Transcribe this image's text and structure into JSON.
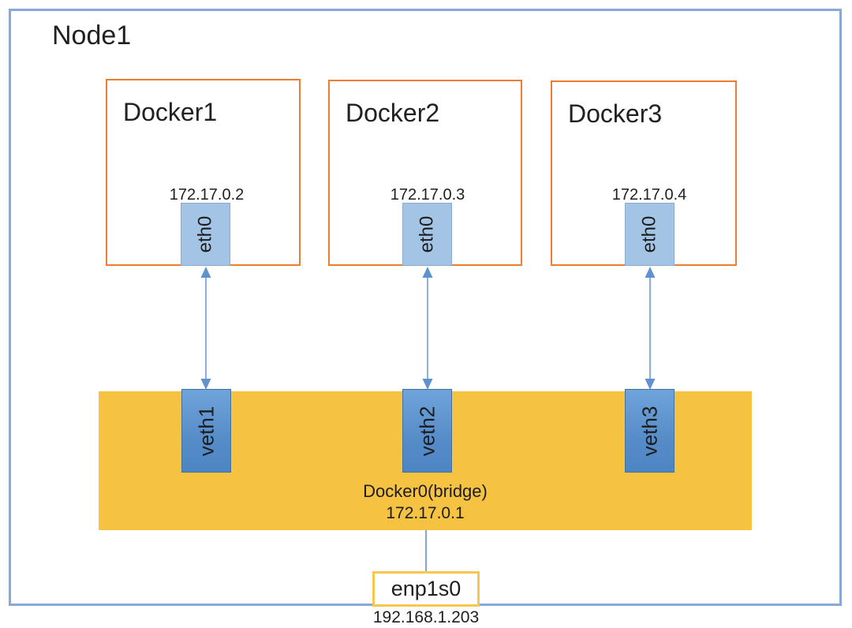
{
  "node": {
    "title": "Node1"
  },
  "containers": [
    {
      "name": "Docker1",
      "ip": "172.17.0.2",
      "iface": "eth0",
      "veth": "veth1"
    },
    {
      "name": "Docker2",
      "ip": "172.17.0.3",
      "iface": "eth0",
      "veth": "veth2"
    },
    {
      "name": "Docker3",
      "ip": "172.17.0.4",
      "iface": "eth0",
      "veth": "veth3"
    }
  ],
  "bridge": {
    "name": "Docker0(bridge)",
    "ip": "172.17.0.1"
  },
  "host_interface": {
    "name": "enp1s0",
    "ip": "192.168.1.203"
  },
  "colors": {
    "node_border": "#88a8d8",
    "container_border": "#ed7d31",
    "eth_fill": "#a3c4e4",
    "veth_fill": "#5b96d0",
    "bridge_fill": "#f5c242",
    "host_if_border": "#f9c74d",
    "arrow": "#6494cf",
    "text": "#1f1f1f"
  }
}
